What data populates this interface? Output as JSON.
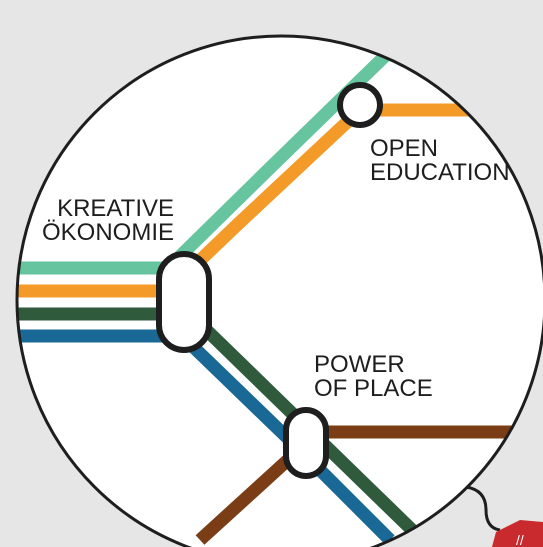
{
  "colors": {
    "background": "#e6e6e6",
    "circle_fill": "#ffffff",
    "circle_stroke": "#1e1e1e",
    "line_mint": "#66c59e",
    "line_orange": "#f39a28",
    "line_darkgreen": "#2f5a3c",
    "line_blue": "#1a6896",
    "line_brown": "#7a3d16",
    "badge_red": "#c82a2e"
  },
  "lines": [
    {
      "name": "mint-line",
      "color": "#66c59e"
    },
    {
      "name": "orange-line",
      "color": "#f39a28"
    },
    {
      "name": "darkgreen-line",
      "color": "#2f5a3c"
    },
    {
      "name": "blue-line",
      "color": "#1a6896"
    },
    {
      "name": "brown-line",
      "color": "#7a3d16"
    }
  ],
  "stations": {
    "kreative": {
      "label": "KREATIVE\nÖKONOMIE"
    },
    "open_education": {
      "label": "OPEN\nEDUCATION"
    },
    "power_of_place": {
      "label": "POWER\nOF PLACE"
    }
  }
}
